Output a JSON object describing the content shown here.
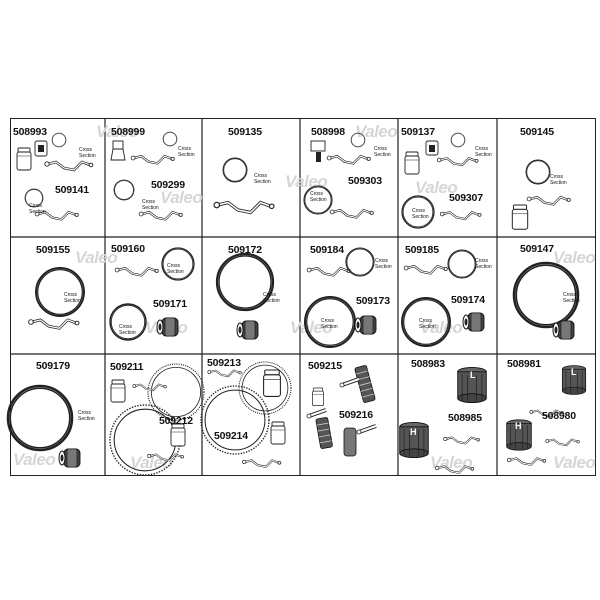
{
  "watermark": "Valeo",
  "cross_section_label": [
    "Cross",
    "Section"
  ],
  "part_numbers": {
    "r1c1a": "508993",
    "r1c1b": "509141",
    "r1c2a": "508999",
    "r1c2b": "509299",
    "r1c3a": "509135",
    "r1c4a": "508998",
    "r1c4b": "509303",
    "r1c5a": "509137",
    "r1c5b": "509307",
    "r1c6a": "509145",
    "r2c1a": "509155",
    "r2c2a": "509160",
    "r2c2b": "509171",
    "r2c3a": "509172",
    "r2c4a": "509184",
    "r2c4b": "509173",
    "r2c5a": "509185",
    "r2c5b": "509174",
    "r2c6a": "509147",
    "r3c1a": "509179",
    "r3c2a": "509211",
    "r3c2b": "509212",
    "r3c3a": "509213",
    "r3c3b": "509214",
    "r3c4a": "509215",
    "r3c4b": "509216",
    "r3c5a": "508983",
    "r3c5b": "508985",
    "r3c6a": "508981",
    "r3c6b": "508980"
  },
  "cap_letters": {
    "low": "L",
    "high": "H"
  }
}
